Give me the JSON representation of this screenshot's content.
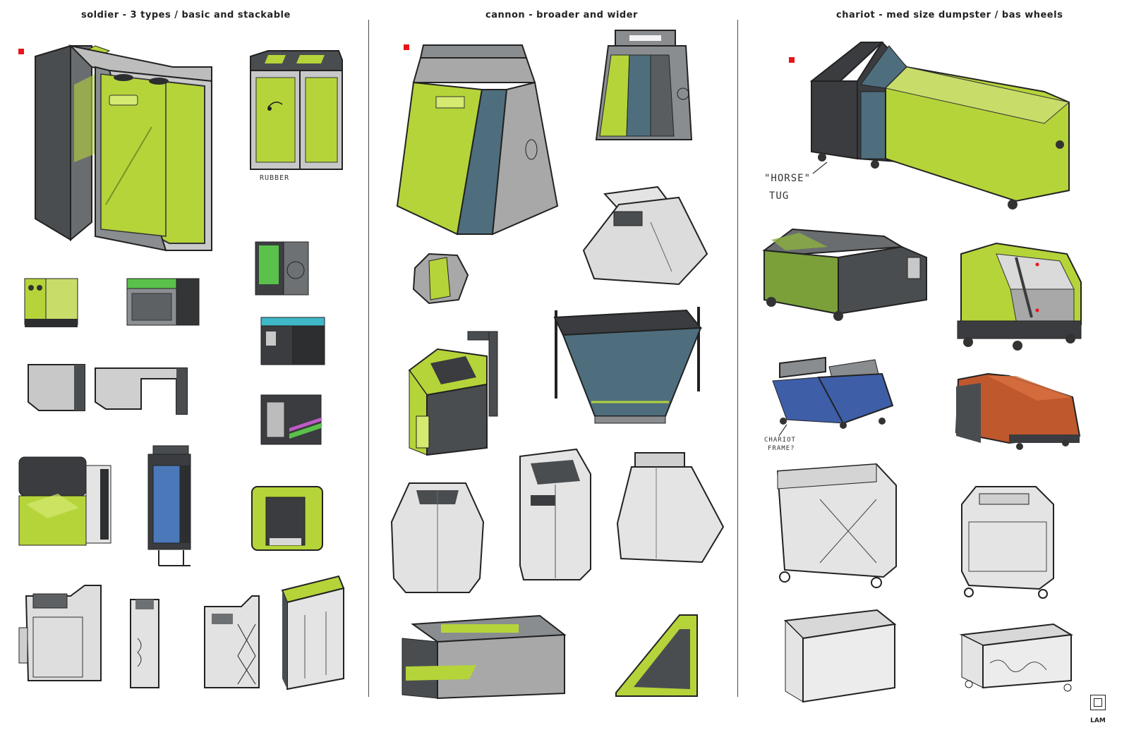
{
  "columns": [
    {
      "title": "soldier - 3 types / basic and stackable"
    },
    {
      "title": "cannon - broader and wider"
    },
    {
      "title": "chariot - med size dumpster / bas wheels"
    }
  ],
  "annotations": {
    "rubber": "RUBBER",
    "horse_tug_1": "\"HORSE\"",
    "horse_tug_2": "TUG",
    "chariot_frame_1": "CHARIOT",
    "chariot_frame_2": "FRAME?"
  },
  "signature": "LAM",
  "colors": {
    "lime": "#b5d43a",
    "slate_blue": "#4e6e7e",
    "charcoal": "#4a4d50",
    "light_gray": "#c8c8c8",
    "marker_red": "#e8141c",
    "bright_green": "#5ac24a",
    "cyan": "#3fb8c8",
    "blue": "#4a78b8",
    "rust_orange": "#c0582e",
    "mattress_blue": "#3e5ea8"
  }
}
